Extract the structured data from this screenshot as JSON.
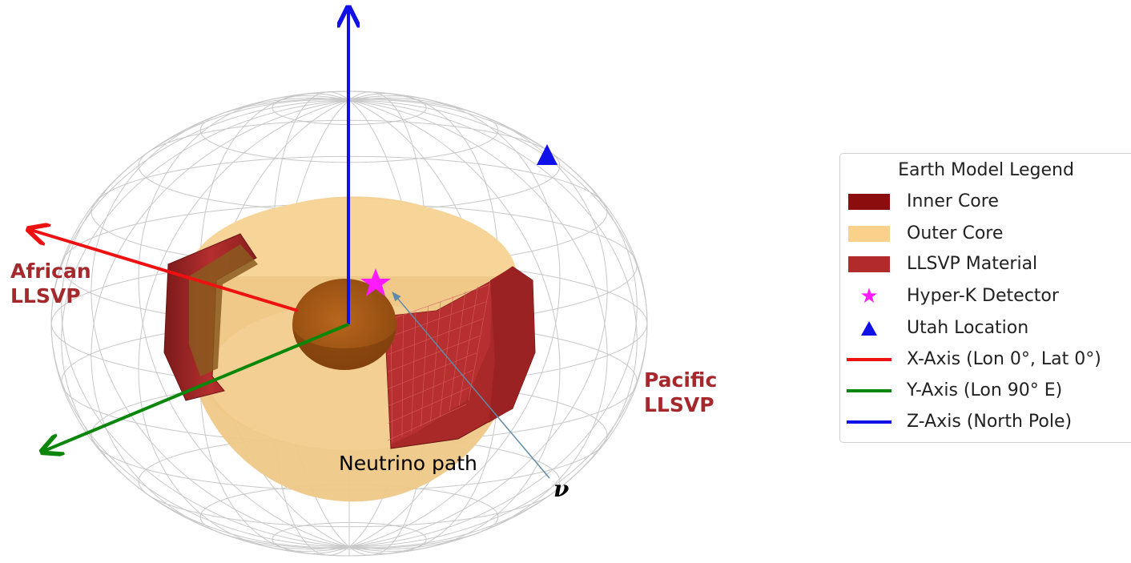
{
  "labels": {
    "african_llsvp": [
      "African",
      "LLSVP"
    ],
    "pacific_llsvp": [
      "Pacific",
      "LLSVP"
    ],
    "neutrino_path": "Neutrino path",
    "neutrino_symbol": "ν"
  },
  "legend": {
    "title": "Earth Model Legend",
    "items": [
      {
        "label": "Inner Core",
        "kind": "patch",
        "color": "#8b0d0d"
      },
      {
        "label": "Outer Core",
        "kind": "patch",
        "color": "#fbd08a"
      },
      {
        "label": "LLSVP Material",
        "kind": "patch",
        "color": "#b22b2b"
      },
      {
        "label": "Hyper-K Detector",
        "kind": "star",
        "color": "#ff1aff"
      },
      {
        "label": "Utah Location",
        "kind": "triangle",
        "color": "#1010e8"
      },
      {
        "label": "X-Axis (Lon 0°, Lat 0°)",
        "kind": "line",
        "color": "#ee1111"
      },
      {
        "label": "Y-Axis (Lon 90° E)",
        "kind": "line",
        "color": "#0a870a"
      },
      {
        "label": "Z-Axis (North Pole)",
        "kind": "line",
        "color": "#1010e8"
      }
    ]
  },
  "colors": {
    "x_axis": "#ee1111",
    "y_axis": "#0a870a",
    "z_axis": "#1010e8",
    "llsvp_label": "#a5282c",
    "outer_core": "#f6d39a",
    "inner_core": "#b25a16",
    "llsvp": "#b22b2b",
    "wireframe": "#c8c8c8",
    "neutrino_arrow": "#5f8aa7"
  }
}
